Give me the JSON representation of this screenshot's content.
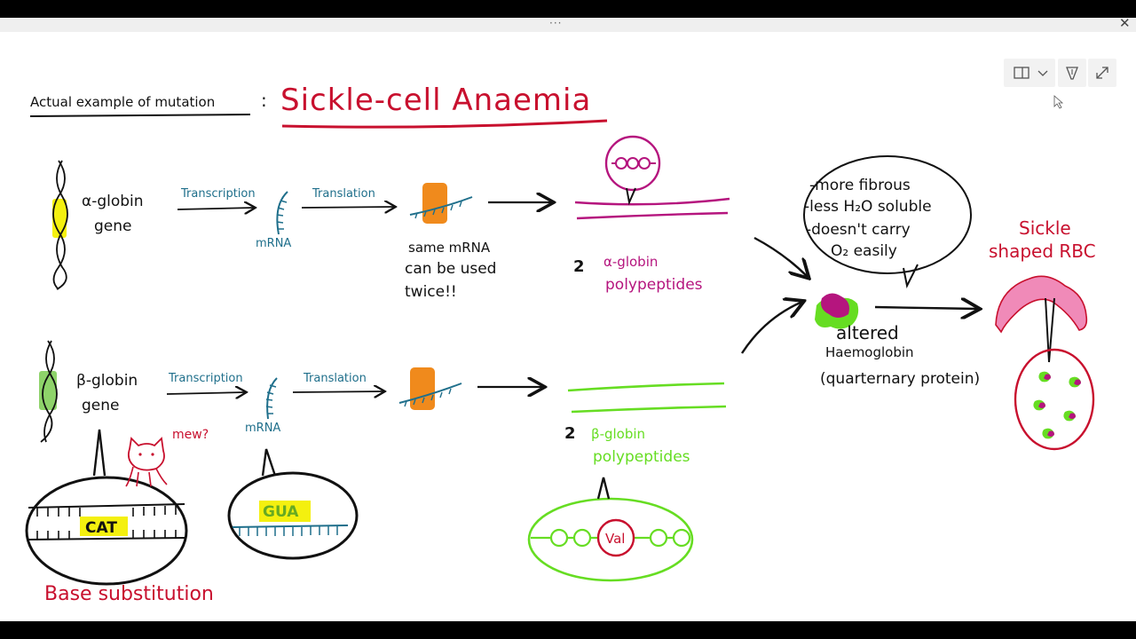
{
  "window": {
    "grip": "···",
    "close_symbol": "✕"
  },
  "toolbar": {
    "icons": [
      "view-layout-icon",
      "chevron-down-icon",
      "pen-icon",
      "expand-icon"
    ]
  },
  "heading": {
    "prefix": "Actual example of mutation",
    "separator": ":",
    "title": "Sickle-cell Anaemia"
  },
  "alpha_row": {
    "gene_label": [
      "α-globin",
      "gene"
    ],
    "step1": "Transcription",
    "step2": "Translation",
    "mrna": "mRNA",
    "note": [
      "same mRNA",
      "can be used",
      "twice!!"
    ],
    "count": "2",
    "product": [
      "α-globin",
      "polypeptides"
    ]
  },
  "beta_row": {
    "gene_label": [
      "β-globin",
      "gene"
    ],
    "step1": "Transcription",
    "step2": "Translation",
    "mrna": "mRNA",
    "count": "2",
    "product": [
      "β-globin",
      "polypeptides"
    ]
  },
  "details": {
    "cat_codon": "CAT",
    "mew": "mew?",
    "mutation_type": "Base substitution",
    "gua_codon": "GUA",
    "val": "Val"
  },
  "haemoglobin": {
    "bubble": [
      "-more fibrous",
      "-less H₂O soluble",
      "-doesn't carry",
      "O₂ easily"
    ],
    "label": [
      "altered",
      "Haemoglobin",
      "(quarternary protein)"
    ]
  },
  "rbc": {
    "label": [
      "Sickle",
      "shaped RBC"
    ]
  },
  "colors": {
    "title_red": "#c8102e",
    "alpha_magenta": "#b5157e",
    "beta_green": "#66dd22",
    "mrna_blue": "#1f6f8b",
    "ribosome_orange": "#f08a1c",
    "highlight_yellow": "#f4f00f",
    "rbc_pink": "#f08ab8",
    "ink": "#111111"
  }
}
